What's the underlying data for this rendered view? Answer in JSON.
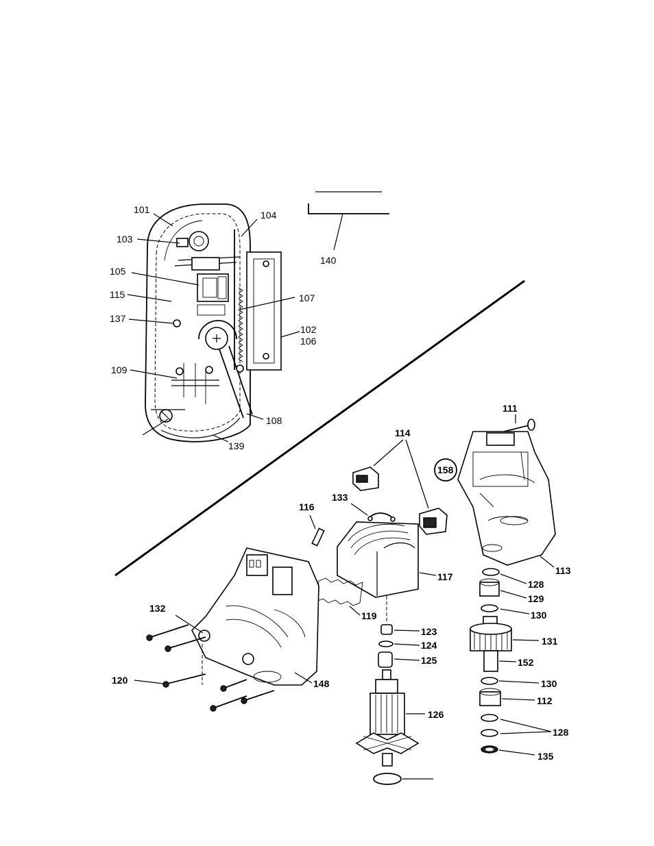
{
  "callouts_top": {
    "c101": "101",
    "c103": "103",
    "c104": "104",
    "c105": "105",
    "c115": "115",
    "c107": "107",
    "c137": "137",
    "c102": "102",
    "c106": "106",
    "c109": "109",
    "c108": "108",
    "c139": "139",
    "c140": "140"
  },
  "callouts_bottom": {
    "c111": "111",
    "c114": "114",
    "c158": "158",
    "c133": "133",
    "c116": "116",
    "c113": "113",
    "c117": "117",
    "c128a": "128",
    "c129": "129",
    "c119": "119",
    "c130a": "130",
    "c132": "132",
    "c123": "123",
    "c124": "124",
    "c131": "131",
    "c125": "125",
    "c152": "152",
    "c120": "120",
    "c148": "148",
    "c130b": "130",
    "c112": "112",
    "c126": "126",
    "c128b": "128",
    "c135": "135"
  }
}
